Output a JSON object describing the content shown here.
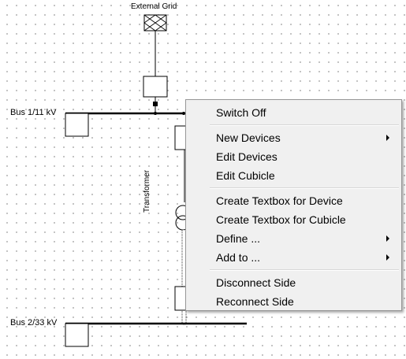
{
  "diagram": {
    "external_grid_label": "External Grid",
    "bus1_label": "Bus 1/11 kV",
    "bus2_label": "Bus 2/33 kV",
    "transformer_label": "Transformer"
  },
  "context_menu": {
    "items": [
      {
        "label": "Switch Off",
        "submenu": false
      },
      {
        "label": "New Devices",
        "submenu": true
      },
      {
        "label": "Edit Devices",
        "submenu": false
      },
      {
        "label": "Edit Cubicle",
        "submenu": false
      },
      {
        "label": "Create Textbox for Device",
        "submenu": false
      },
      {
        "label": "Create Textbox for Cubicle",
        "submenu": false
      },
      {
        "label": "Define ...",
        "submenu": true
      },
      {
        "label": "Add to ...",
        "submenu": true
      },
      {
        "label": "Disconnect Side",
        "submenu": false
      },
      {
        "label": "Reconnect Side",
        "submenu": false
      }
    ]
  }
}
